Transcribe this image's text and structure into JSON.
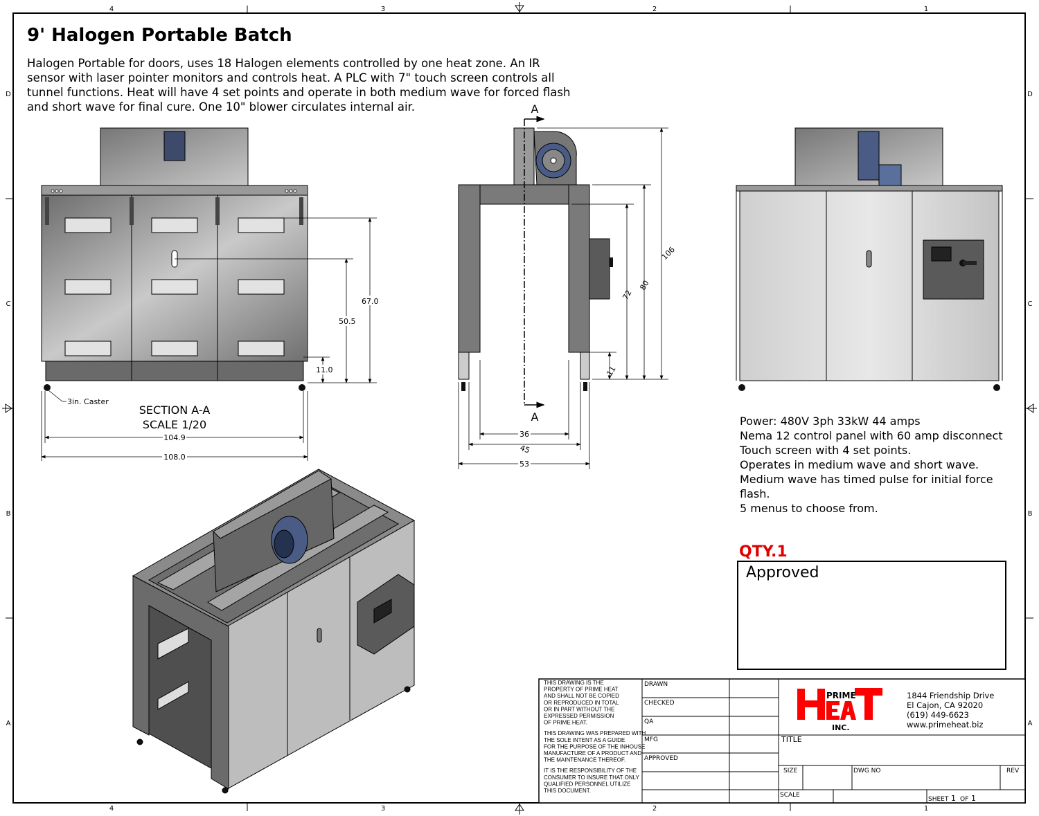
{
  "title": "9' Halogen Portable Batch",
  "description": [
    "Halogen Portable for doors, uses 18 Halogen elements controlled by one heat zone.  An IR",
    "sensor with laser pointer monitors and controls heat.  A PLC with 7\" touch screen controls all",
    "tunnel functions. Heat will have 4 set points and operate in both medium wave for forced flash",
    "and short wave for final cure.  One 10\" blower circulates internal air."
  ],
  "zones": {
    "columns": [
      "4",
      "3",
      "2",
      "1"
    ],
    "rows": [
      "D",
      "C",
      "B",
      "A"
    ]
  },
  "front_view": {
    "section_label": "SECTION A-A",
    "scale_label": "SCALE 1/20",
    "caster_note": "3in. Caster",
    "dims": {
      "height_top": "67.0",
      "height_mid": "50.5",
      "height_low": "11.0",
      "width_inner": "104.9",
      "width_outer": "108.0"
    }
  },
  "side_view": {
    "section_marker": "A",
    "dims": {
      "overall": "106",
      "frame": "80",
      "opening": "72",
      "clearance": "11",
      "inner": "36",
      "mid": "45",
      "outer": "53"
    }
  },
  "notes": [
    "Power: 480V 3ph 33kW 44 amps",
    "Nema 12 control panel with 60 amp disconnect",
    "Touch screen with 4 set points.",
    "Operates in medium wave and short wave.",
    "Medium wave has timed pulse for initial force",
    "flash.",
    "5 menus to choose from."
  ],
  "qty": "QTY.1",
  "approved_label": "Approved",
  "title_block": {
    "disclaimer": [
      "THIS DRAWING IS THE",
      "PROPERTY OF PRIME HEAT",
      "AND SHALL NOT BE COPIED",
      "OR REPRODUCED IN TOTAL",
      "OR IN PART WITHOUT THE",
      "EXPRESSED PERMISSION",
      "OF PRIME HEAT.",
      "",
      "THIS DRAWING WAS PREPARED WITH",
      "THE SOLE INTENT AS A GUIDE",
      "FOR THE PURPOSE OF THE INHOUSE",
      "MANUFACTURE OF A PRODUCT AND",
      "THE MAINTENANCE THEREOF.",
      "",
      "IT IS THE RESPONSIBILITY OF THE",
      "CONSUMER TO INSURE THAT ONLY",
      "QUALIFIED PERSONNEL UTILIZE",
      "THIS DOCUMENT."
    ],
    "sign_rows": [
      "DRAWN",
      "CHECKED",
      "QA",
      "MFG",
      "APPROVED"
    ],
    "logo": {
      "big": "HEAT",
      "small": "PRIME",
      "inc": "INC."
    },
    "address": [
      "1844 Friendship Drive",
      "El Cajon, CA 92020",
      "(619) 449-6623",
      "www.primeheat.biz"
    ],
    "title_label": "TITLE",
    "size_label": "SIZE",
    "dwg_no_label": "DWG NO",
    "rev_label": "REV",
    "scale_label": "SCALE",
    "sheet_label": "SHEET",
    "sheet_num": "1",
    "of_label": "OF",
    "sheet_total": "1"
  },
  "colors": {
    "logo_red": "#ff0000",
    "qty_red": "#e00000",
    "panel_gray": "#b9b9b9",
    "frame_gray": "#7a7a7a",
    "blower_blue": "#4a5c86"
  }
}
